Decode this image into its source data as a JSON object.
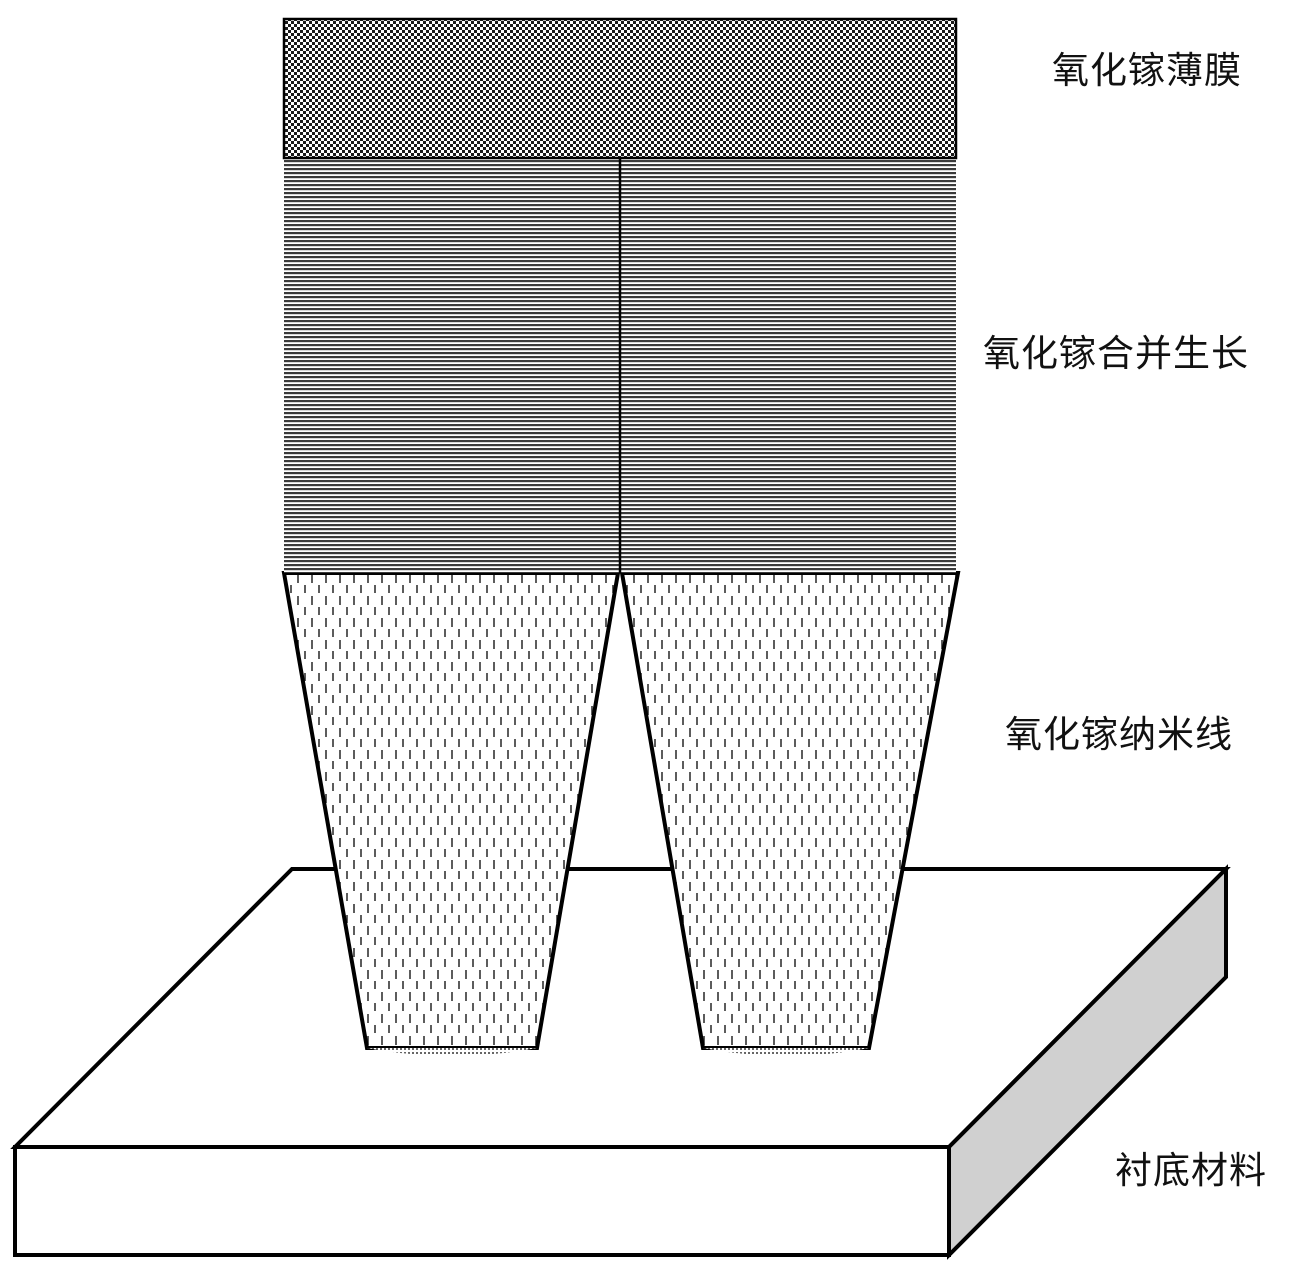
{
  "labels": {
    "film": "氧化镓薄膜",
    "merged_growth": "氧化镓合并生长",
    "nanowire": "氧化镓纳米线",
    "substrate": "衬底材料"
  },
  "colors": {
    "stroke": "#000000",
    "background": "#ffffff",
    "substrate_side": "#d0d0d0",
    "checker_dark": "#1a1a1a",
    "stripe_dark": "#3a3a3a",
    "dash": "#333333"
  }
}
